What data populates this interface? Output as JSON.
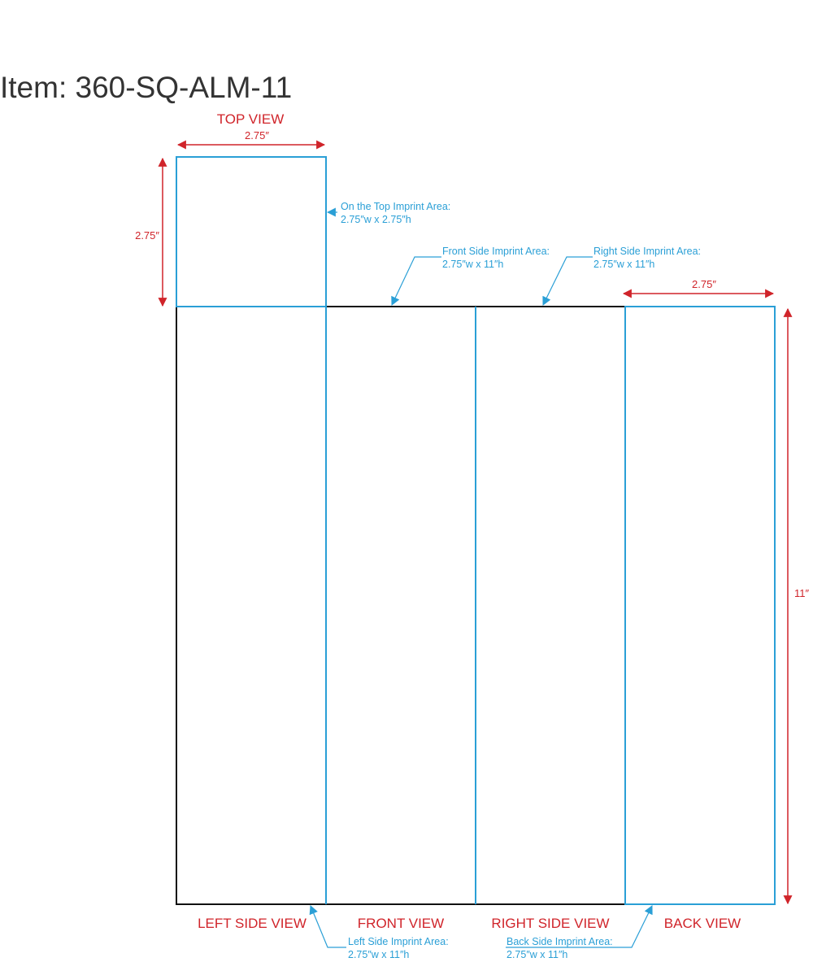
{
  "title": "Item: 360-SQ-ALM-11",
  "colors": {
    "view_label": "#d0242a",
    "dimension": "#d0242a",
    "imprint_outline": "#2a9fd6",
    "callout": "#2a9fd6",
    "product_edge": "#111111"
  },
  "views": {
    "top": "TOP VIEW",
    "left": "LEFT SIDE VIEW",
    "front": "FRONT VIEW",
    "right": "RIGHT SIDE VIEW",
    "back": "BACK VIEW"
  },
  "dimensions": {
    "top_width": "2.75″",
    "top_height": "2.75″",
    "back_width": "2.75″",
    "overall_height": "11″"
  },
  "imprint_areas": {
    "top": {
      "label": "On the Top Imprint Area:",
      "size": "2.75″w x 2.75″h"
    },
    "front": {
      "label": "Front Side Imprint Area:",
      "size": "2.75″w x 11″h"
    },
    "right": {
      "label": "Right Side Imprint Area:",
      "size": "2.75″w x 11″h"
    },
    "left": {
      "label": "Left Side Imprint Area:",
      "size": "2.75″w x 11″h"
    },
    "back": {
      "label": "Back Side Imprint Area:",
      "size": "2.75″w x 11″h"
    }
  }
}
